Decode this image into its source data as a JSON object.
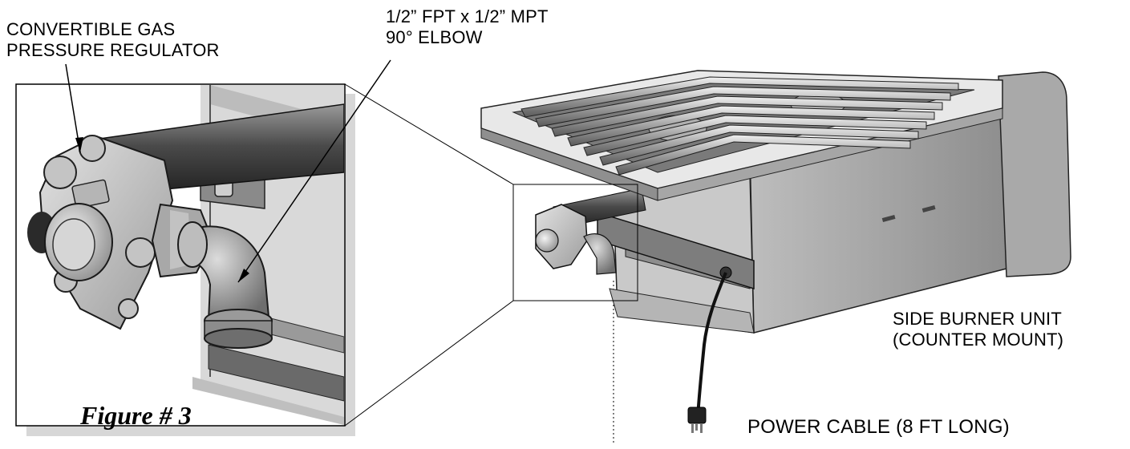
{
  "labels": {
    "regulator_line1": "CONVERTIBLE GAS",
    "regulator_line2": "PRESSURE REGULATOR",
    "elbow_line1": "1/2” FPT x 1/2” MPT",
    "elbow_line2": "90° ELBOW",
    "unit_line1": "SIDE BURNER UNIT",
    "unit_line2": "(COUNTER MOUNT)",
    "power_cable": "POWER CABLE (8 FT LONG)"
  },
  "figure_caption": "Figure # 3"
}
